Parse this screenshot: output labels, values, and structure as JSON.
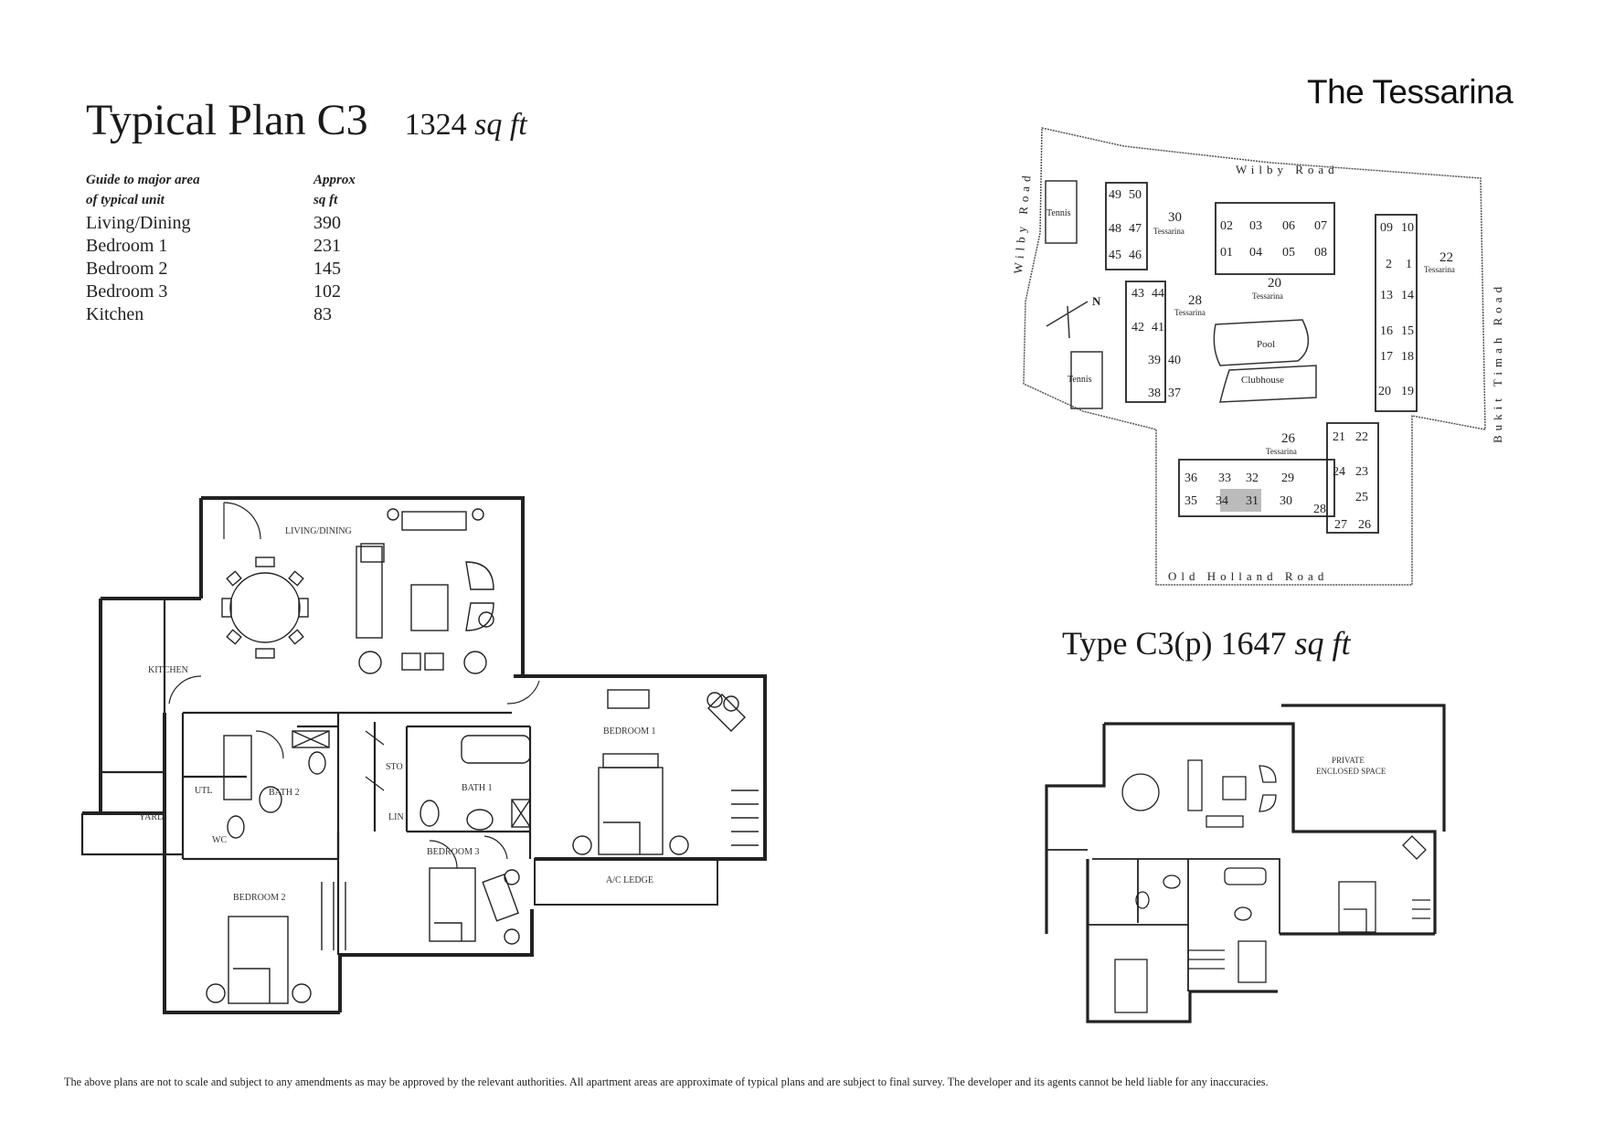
{
  "brand": "The Tessarina",
  "typical_plan": {
    "title": "Typical Plan C3",
    "area_value": "1324",
    "area_unit": "sq ft",
    "guide_heading_1": "Guide to major area",
    "guide_heading_2": "of typical unit",
    "approx_heading_1": "Approx",
    "approx_heading_2": "sq ft",
    "areas": [
      {
        "name": "Living/Dining",
        "value": "390"
      },
      {
        "name": "Bedroom 1",
        "value": "231"
      },
      {
        "name": "Bedroom 2",
        "value": "145"
      },
      {
        "name": "Bedroom 3",
        "value": "102"
      },
      {
        "name": "Kitchen",
        "value": "83"
      }
    ],
    "room_labels": {
      "living": "LIVING/DINING",
      "kitchen": "KITCHEN",
      "bedroom1": "BEDROOM 1",
      "bedroom2": "BEDROOM 2",
      "bedroom3": "BEDROOM 3",
      "bath1": "BATH 1",
      "bath2": "BATH 2",
      "sto": "STO",
      "lin": "LIN",
      "utl": "UTL",
      "wc": "WC",
      "yard": "YARD",
      "ac_ledge": "A/C LEDGE"
    }
  },
  "site_plan": {
    "roads": {
      "top": "Wilby Road",
      "left": "Wilby Road",
      "right": "Bukit Timah Road",
      "bottom": "Old Holland Road"
    },
    "facilities": {
      "tennis": "Tennis",
      "pool": "Pool",
      "clubhouse": "Clubhouse"
    },
    "north": "N",
    "blocks": [
      {
        "no": "30",
        "name": "Tessarina"
      },
      {
        "no": "20",
        "name": "Tessarina"
      },
      {
        "no": "22",
        "name": "Tessarina"
      },
      {
        "no": "28",
        "name": "Tessarina"
      },
      {
        "no": "26",
        "name": "Tessarina"
      }
    ],
    "unit_numbers": [
      "49",
      "50",
      "48",
      "47",
      "45",
      "46",
      "02",
      "03",
      "06",
      "07",
      "01",
      "04",
      "05",
      "08",
      "09",
      "10",
      "2",
      "1",
      "13",
      "14",
      "16",
      "15",
      "17",
      "18",
      "20",
      "19",
      "43",
      "44",
      "42",
      "41",
      "39",
      "40",
      "38",
      "37",
      "21",
      "22",
      "24",
      "23",
      "25",
      "27",
      "26",
      "28",
      "36",
      "33",
      "32",
      "29",
      "35",
      "34",
      "31",
      "30"
    ]
  },
  "type_c3p": {
    "title": "Type C3(p)",
    "area_value": "1647",
    "area_unit": "sq ft",
    "private_space_1": "PRIVATE",
    "private_space_2": "ENCLOSED SPACE"
  },
  "disclaimer": "The above plans are not to scale and subject to any amendments as may be approved by the relevant authorities. All apartment areas are approximate of typical plans and are subject to final survey. The developer and its agents cannot be held liable for any inaccuracies."
}
